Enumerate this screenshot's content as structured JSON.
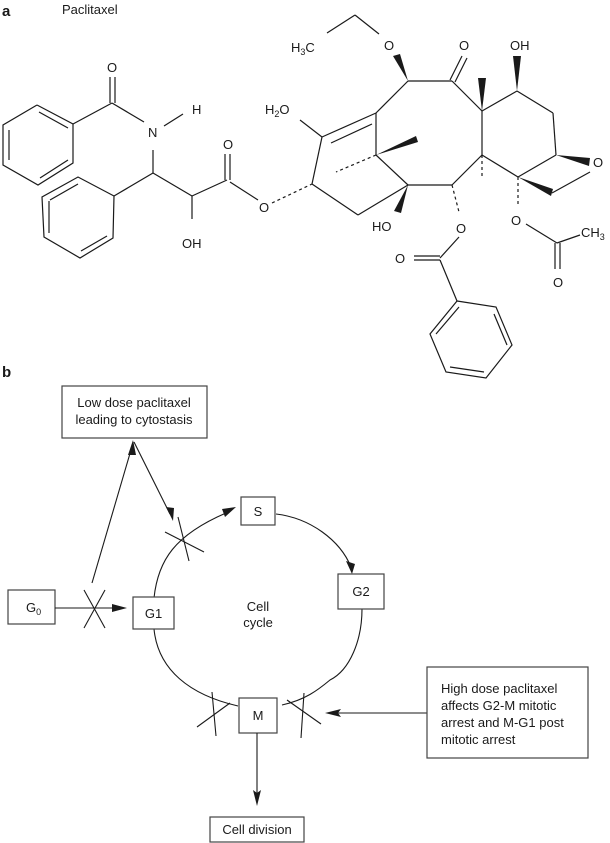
{
  "panel_a": {
    "label": "a",
    "title": "Paclitaxel",
    "atoms": {
      "amide_o": "O",
      "n": "N",
      "nh": "H",
      "ester_o_carbonyl": "O",
      "ester_o_link": "O",
      "oh_side": "OH",
      "h2o_h": "H",
      "h2o_sub": "2",
      "h2o_o": "O",
      "ethoxy_o": "O",
      "h3c_h": "H",
      "h3c_sub": "3",
      "h3c_c": "C",
      "ketone_o": "O",
      "oh_top": "OH",
      "oxetane_o": "O",
      "ho_bottom": "HO",
      "benzoate_o_link": "O",
      "benzoate_o_carbonyl": "O",
      "acetate_o_link": "O",
      "acetate_o_carbonyl": "O",
      "ch3_c": "CH",
      "ch3_sub": "3"
    }
  },
  "panel_b": {
    "label": "b",
    "low_dose_box": [
      "Low dose paclitaxel",
      "leading to cytostasis"
    ],
    "high_dose_box": [
      "High dose paclitaxel",
      "affects G2-M mitotic",
      "arrest and M-G1 post",
      "mitotic arrest"
    ],
    "phases": {
      "g0_main": "G",
      "g0_sub": "0",
      "g1": "G1",
      "s": "S",
      "g2": "G2",
      "m": "M"
    },
    "center_label": [
      "Cell",
      "cycle"
    ],
    "cell_division": "Cell division"
  }
}
